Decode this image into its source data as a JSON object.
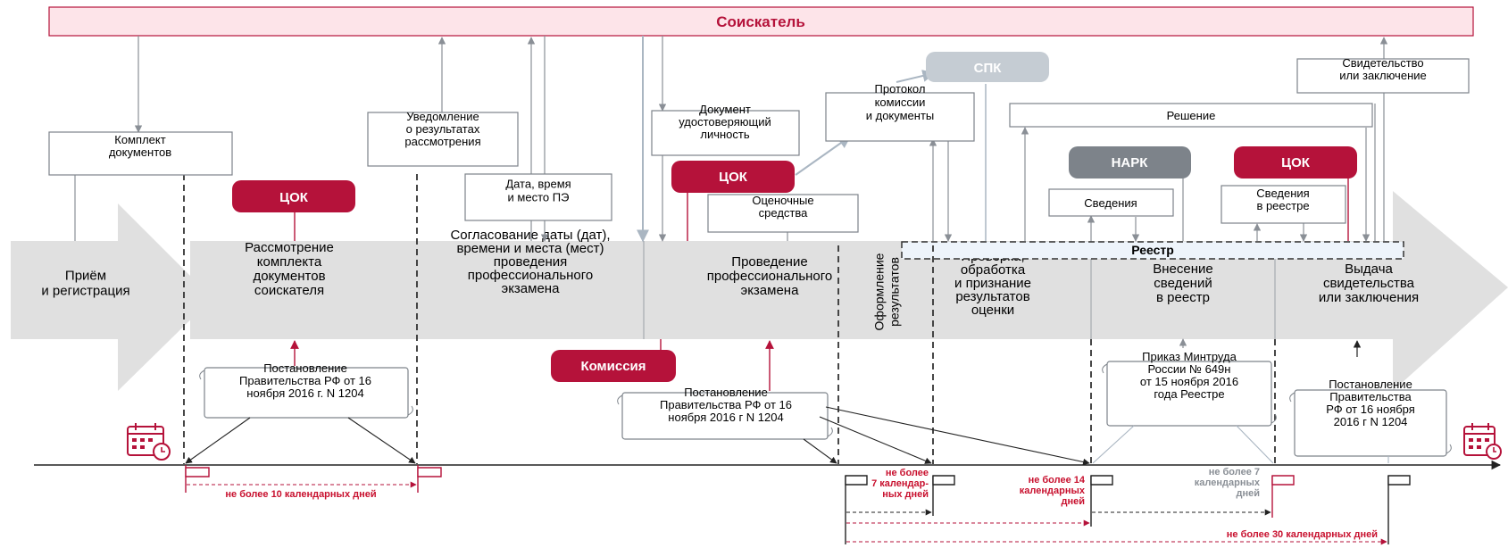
{
  "header": {
    "title": "Соискатель"
  },
  "stages": [
    {
      "lines": [
        "Приём",
        "и регистрация"
      ]
    },
    {
      "lines": [
        "Рассмотрение",
        "комплекта",
        "документов",
        "соискателя"
      ]
    },
    {
      "lines": [
        "Согласование даты (дат),",
        "времени и места (мест)",
        "проведения",
        "профессионального",
        "экзамена"
      ]
    },
    {
      "lines": [
        "Проведение",
        "профессионального",
        "экзамена"
      ]
    },
    {
      "lines": [
        "Оформление",
        "результатов"
      ]
    },
    {
      "lines": [
        "Проверка,",
        "обработка",
        "и признание",
        "результатов",
        "оценки"
      ]
    },
    {
      "lines": [
        "Внесение",
        "сведений",
        "в реестр"
      ]
    },
    {
      "lines": [
        "Выдача",
        "свидетельства",
        "или заключения"
      ]
    }
  ],
  "registry": {
    "label": "Реестр"
  },
  "boxes": {
    "komplekt": [
      "Комплект",
      "документов"
    ],
    "uvedomlenie": [
      "Уведомление",
      "о результатах",
      "рассмотрения"
    ],
    "data_vremya": [
      "Дата, время",
      "и место ПЭ"
    ],
    "dokument": [
      "Документ",
      "удостоверяющий",
      "личность"
    ],
    "ocenochnye": [
      "Оценочные",
      "средства"
    ],
    "protokol": [
      "Протокол",
      "комиссии",
      "и документы"
    ],
    "reshenie": [
      "Решение"
    ],
    "svidetelstvo": [
      "Свидетельство",
      "или заключение"
    ],
    "svedeniya": [
      "Сведения"
    ],
    "svedeniya_reestr": [
      "Сведения",
      "в реестре"
    ]
  },
  "pills": {
    "cok1": "ЦОК",
    "cok2": "ЦОК",
    "cok3": "ЦОК",
    "komissiya": "Комиссия",
    "nark": "НАРК",
    "spk": "СПК"
  },
  "documents": {
    "doc1": [
      "Постановление",
      "Правительства РФ от 16",
      "ноября 2016 г. N 1204"
    ],
    "doc2": [
      "Постановление",
      "Правительства РФ от 16",
      "ноября 2016 г N 1204"
    ],
    "doc3": [
      "Приказ Минтруда",
      "России № 649н",
      "от 15 ноября 2016",
      "года Реестре"
    ],
    "doc4": [
      "Постановление",
      "Правительства",
      "РФ от 16 ноября",
      "2016 г N 1204"
    ]
  },
  "deadlines": {
    "d1": [
      "не более 10 календарных дней"
    ],
    "d2": [
      "не более",
      "7 календар-",
      "ных дней"
    ],
    "d3": [
      "не более 14",
      "календарных",
      "дней"
    ],
    "d4": [
      "не более 7",
      "календарных",
      "дней"
    ],
    "d5": [
      "не более 30 календарных дней"
    ]
  },
  "colors": {
    "accent_red": "#b5123a",
    "stage_grey": "#e0e0e0",
    "nark_grey": "#7d838a",
    "spk_grey": "#c5ccd3",
    "header_pink": "#fde4e9"
  },
  "icons": [
    "calendar-icon",
    "calendar-icon"
  ]
}
